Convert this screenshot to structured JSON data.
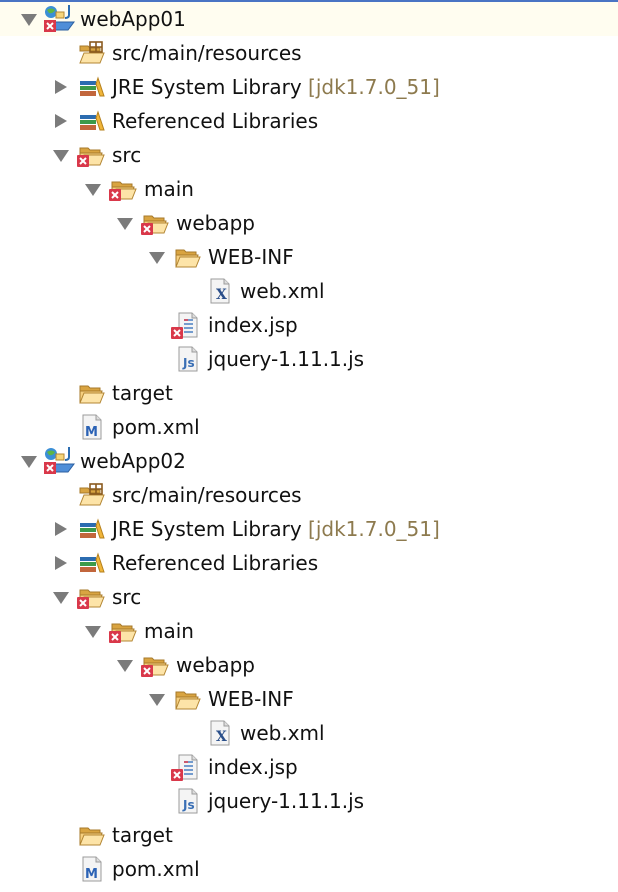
{
  "view": "Project Explorer",
  "colors": {
    "accent_bar": "#4a74c4",
    "decoration_text": "#8d7a4e",
    "error_marker": "#d9384a"
  },
  "projects": [
    {
      "name": "webApp01",
      "expanded": true,
      "items": {
        "resources": "src/main/resources",
        "jre": {
          "label": "JRE System Library",
          "decoration": "[jdk1.7.0_51]",
          "expanded": false
        },
        "refs": {
          "label": "Referenced Libraries",
          "expanded": false
        },
        "src": "src",
        "main": "main",
        "webapp": "webapp",
        "webinf": "WEB-INF",
        "webxml": "web.xml",
        "index": "index.jsp",
        "jquery": "jquery-1.11.1.js",
        "target": "target",
        "pom": "pom.xml"
      }
    },
    {
      "name": "webApp02",
      "expanded": true,
      "items": {
        "resources": "src/main/resources",
        "jre": {
          "label": "JRE System Library",
          "decoration": "[jdk1.7.0_51]",
          "expanded": false
        },
        "refs": {
          "label": "Referenced Libraries",
          "expanded": false
        },
        "src": "src",
        "main": "main",
        "webapp": "webapp",
        "webinf": "WEB-INF",
        "webxml": "web.xml",
        "index": "index.jsp",
        "jquery": "jquery-1.11.1.js",
        "target": "target",
        "pom": "pom.xml"
      }
    }
  ],
  "icons": {
    "project": "web-project-icon",
    "source_folder": "source-folder-icon",
    "library": "library-icon",
    "folder": "folder-icon",
    "xml": "xml-file-icon",
    "jsp": "jsp-file-icon",
    "js": "javascript-file-icon",
    "maven": "maven-pom-icon",
    "error": "error-marker-icon"
  }
}
